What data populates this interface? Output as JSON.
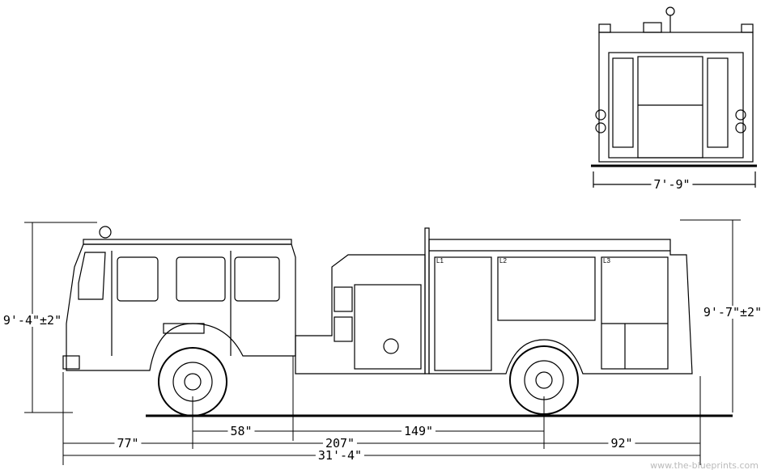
{
  "title": "Fire truck blueprint",
  "dimensions": {
    "rear_width": "7'-9\"",
    "cab_height": "9'-4\"±2\"",
    "body_height": "9'-7\"±2\"",
    "front_axle_to_pump": "58\"",
    "pump_to_rear_axle": "149\"",
    "front_overhang": "77\"",
    "wheelbase": "207\"",
    "rear_overhang": "92\"",
    "overall_length": "31'-4\""
  },
  "compartment_labels": [
    "L1",
    "L2",
    "L3"
  ],
  "watermark": "www.the-blueprints.com"
}
